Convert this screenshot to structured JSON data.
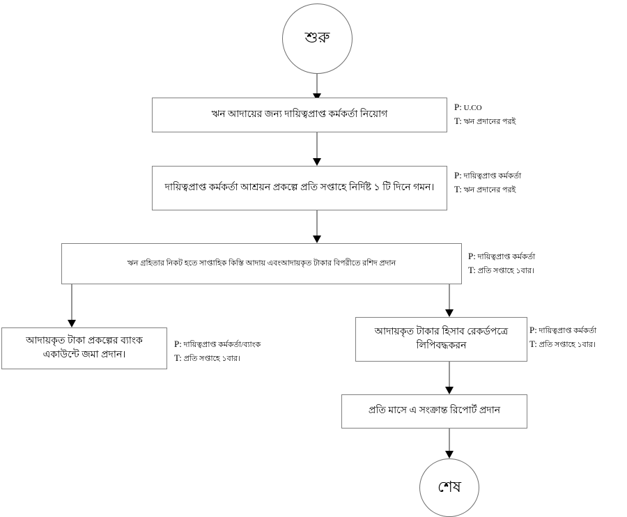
{
  "diagram": {
    "title_start": "শুরু",
    "title_end": "শেষ",
    "annotation_keys": {
      "person": "P:",
      "time": "T:"
    },
    "nodes": [
      {
        "id": "start",
        "shape": "circle",
        "label": "শুরু"
      },
      {
        "id": "step1",
        "shape": "process",
        "label": "ঋন আদায়ের জন্য দায়িত্বপ্রাপ্ত কর্মকর্তা নিয়োগ"
      },
      {
        "id": "step2",
        "shape": "process",
        "label": "দায়িত্বপ্রাপ্ত কর্মকর্তা আশ্রয়ন প্রকল্পে প্রতি সপ্তাহে নির্দিষ্ট ১ টি দিনে গমন।"
      },
      {
        "id": "step3",
        "shape": "process",
        "label": "ঋন গ্রহিতার নিকট হতে সাপ্তাহিক কিস্তি আদায় এবংআদায়কৃত টাকার বিপরীতে রশিদ প্রদান"
      },
      {
        "id": "step4a",
        "shape": "process",
        "label": "আদায়কৃত টাকা প্রকল্পের ব্যাংক একাউন্টে জমা প্রদান।"
      },
      {
        "id": "step4b",
        "shape": "process",
        "label": "আদায়কৃত টাকার হিসাব রেকর্ডপত্রে লিপিবদ্ধকরন"
      },
      {
        "id": "step5",
        "shape": "process",
        "label": "প্রতি মাসে এ সংক্রান্ত রিপোর্ট প্রদান"
      },
      {
        "id": "end",
        "shape": "circle",
        "label": "শেষ"
      }
    ],
    "annotations": [
      {
        "for": "step1",
        "person": "U.CO",
        "time": "ঋন প্রদানের পরই"
      },
      {
        "for": "step2",
        "person": "দায়িত্বপ্রাপ্ত কর্মকর্তা",
        "time": "ঋন প্রদানের পরই"
      },
      {
        "for": "step3",
        "person": "দায়িত্বপ্রাপ্ত কর্মকর্তা",
        "time": "প্রতি সপ্তাহে ১বার।"
      },
      {
        "for": "step4a",
        "person": "দায়িত্বপ্রাপ্ত কর্মকর্তা/ব্যাংক",
        "time": "প্রতি সপ্তাহে ১বার।"
      },
      {
        "for": "step4b",
        "person": "দায়িত্বপ্রাপ্ত কর্মকর্তা",
        "time": "প্রতি সপ্তাহে ১বার।"
      }
    ]
  }
}
